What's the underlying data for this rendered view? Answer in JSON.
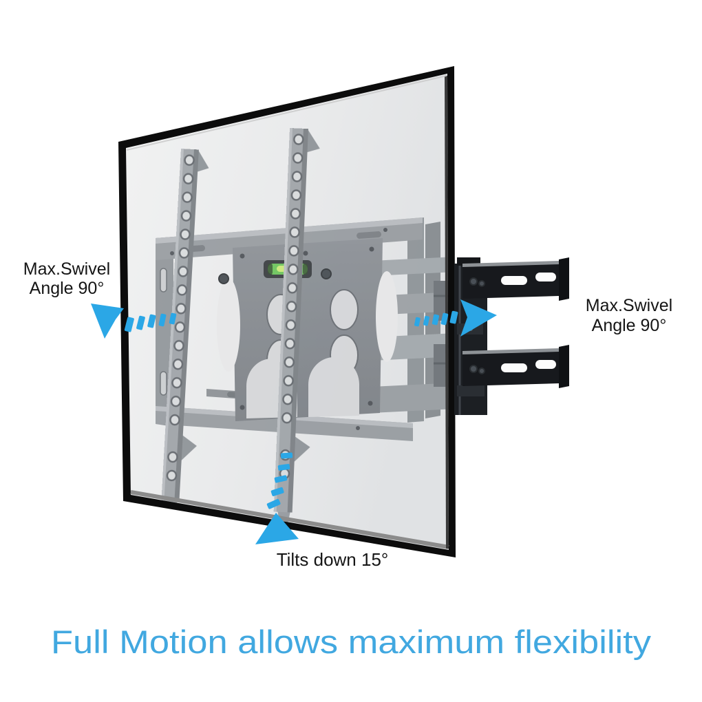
{
  "annotations": {
    "swivel_left": {
      "line1": "Max.Swivel",
      "line2": "Angle 90°"
    },
    "swivel_right": {
      "line1": "Max.Swivel",
      "line2": "Angle 90°"
    },
    "tilt": {
      "label": "Tilts down 15°"
    }
  },
  "caption": {
    "text": "Full Motion allows maximum flexibility"
  },
  "icons": {
    "swivel_left_arrow": "thick-arrow-down-left-with-dashed-trail",
    "swivel_right_arrow": "thick-arrow-right-with-dashed-trail",
    "tilt_arrow": "thick-arrow-down-left-with-curved-dashed-trail"
  },
  "colors": {
    "arrow_accent": "#2ba7e6",
    "caption_blue": "#41a8e0",
    "level_green": "#5fc04c",
    "frame_black": "#0c0c0c",
    "background": "#ffffff"
  }
}
